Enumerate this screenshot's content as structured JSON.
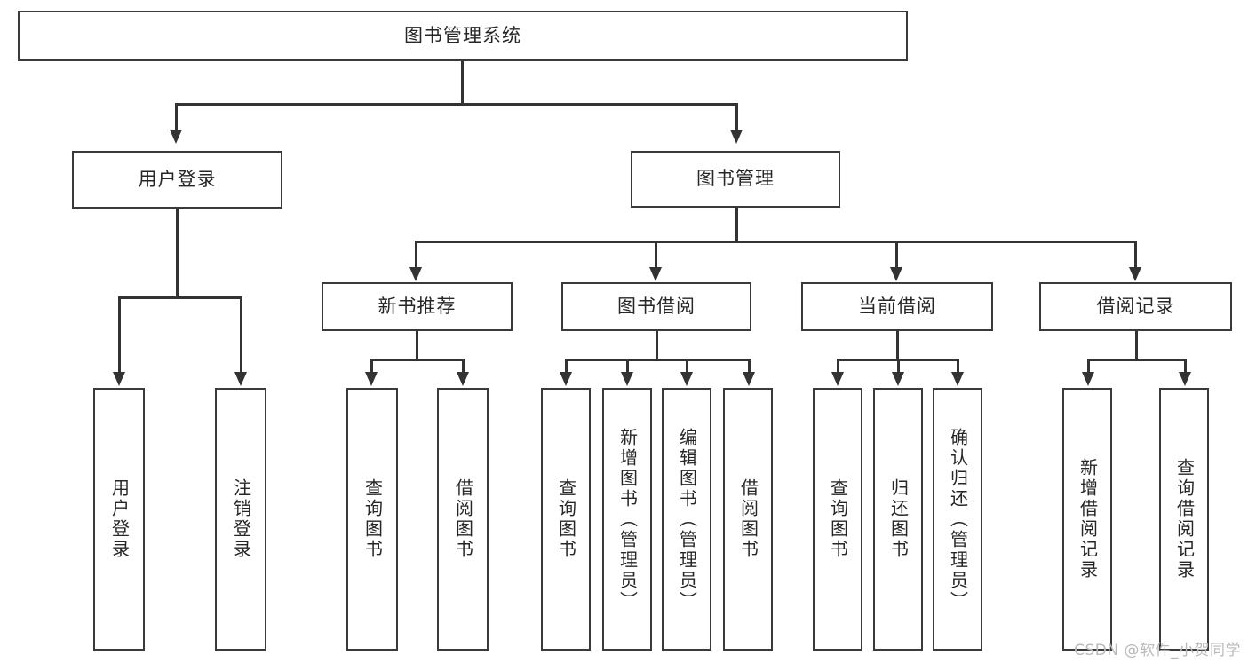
{
  "diagram": {
    "type": "tree-hierarchy",
    "title": "图书管理系统",
    "watermark": "CSDN @软件_小贺同学",
    "colors": {
      "box_border": "#3a3a3a",
      "connector": "#333333",
      "background": "#ffffff",
      "text": "#262626",
      "watermark": "#b9b9b9"
    },
    "levels": {
      "root": {
        "label": "图书管理系统"
      },
      "level2": [
        {
          "label": "用户登录"
        },
        {
          "label": "图书管理"
        }
      ],
      "level3": [
        {
          "label": "新书推荐"
        },
        {
          "label": "图书借阅"
        },
        {
          "label": "当前借阅"
        },
        {
          "label": "借阅记录"
        }
      ],
      "leaves": {
        "user_login": [
          {
            "label": "用户登录"
          },
          {
            "label": "注销登录"
          }
        ],
        "new_book_recommend": [
          {
            "label": "查询图书"
          },
          {
            "label": "借阅图书"
          }
        ],
        "book_borrow": [
          {
            "label": "查询图书"
          },
          {
            "label": "新增图书（管理员）"
          },
          {
            "label": "编辑图书（管理员）"
          },
          {
            "label": "借阅图书"
          }
        ],
        "current_borrow": [
          {
            "label": "查询图书"
          },
          {
            "label": "归还图书"
          },
          {
            "label": "确认归还（管理员）"
          }
        ],
        "borrow_records": [
          {
            "label": "新增借阅记录"
          },
          {
            "label": "查询借阅记录"
          }
        ]
      }
    }
  }
}
